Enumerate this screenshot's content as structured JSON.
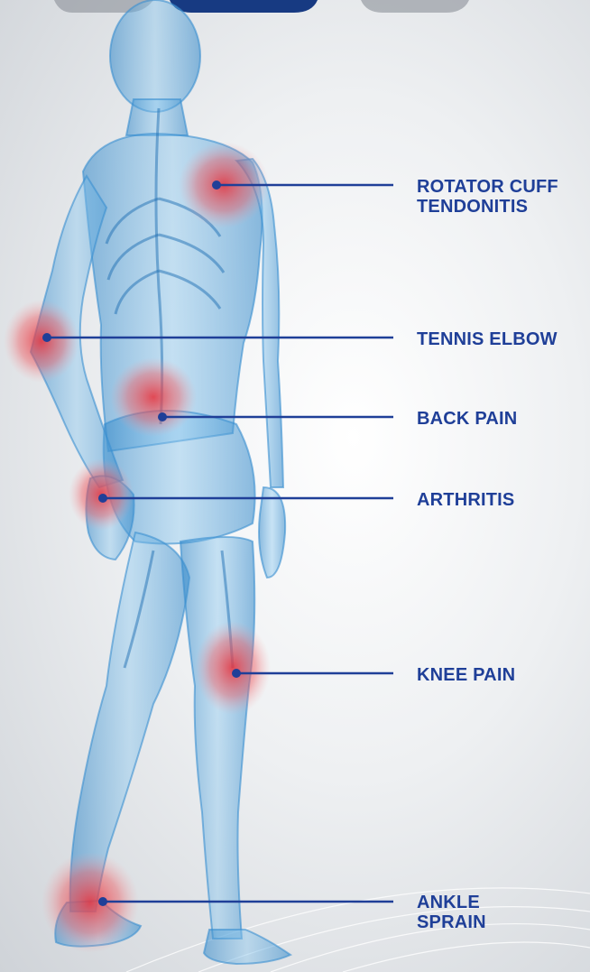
{
  "colors": {
    "label": "#1f3f98",
    "leader_line": "#1f3f98",
    "body": "#4aa3dc",
    "pain_highlight": "#e8303a"
  },
  "annotations": [
    {
      "id": "rotator-cuff",
      "text": "ROTATOR CUFF\nTENDONITIS"
    },
    {
      "id": "tennis-elbow",
      "text": "TENNIS ELBOW"
    },
    {
      "id": "back-pain",
      "text": "BACK PAIN"
    },
    {
      "id": "arthritis",
      "text": "ARTHRITIS"
    },
    {
      "id": "knee-pain",
      "text": "KNEE PAIN"
    },
    {
      "id": "ankle-sprain",
      "text": "ANKLE\nSPRAIN"
    }
  ]
}
